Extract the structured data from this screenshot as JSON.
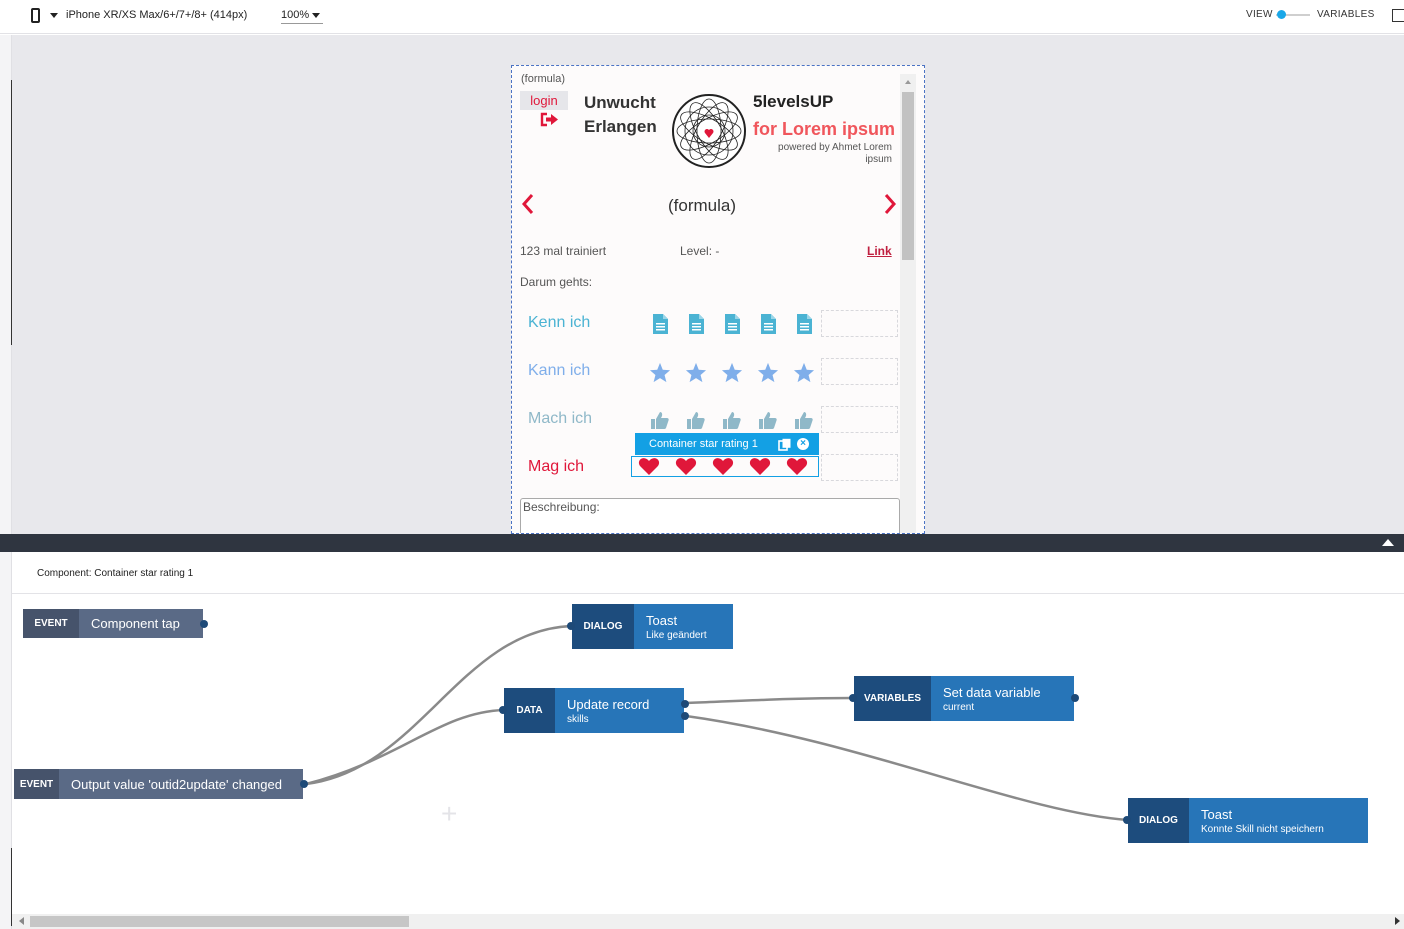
{
  "toolbar": {
    "device": "iPhone XR/XS Max/6+/7+/8+ (414px)",
    "zoom": "100%",
    "view_label": "VIEW",
    "variables_label": "VARIABLES"
  },
  "phone": {
    "formula_small": "(formula)",
    "login": "login",
    "club_line1": "Unwucht",
    "club_line2": "Erlangen",
    "brand": "5levelsUP",
    "brand_sub": "for Lorem ipsum",
    "powered": "powered by Ahmet Lorem ipsum",
    "formula_big": "(formula)",
    "trained": "123 mal trainiert",
    "level": "Level: -",
    "link": "Link",
    "darum": "Darum gehts:",
    "ratings": [
      {
        "label": "Kenn ich",
        "icon": "document-icon",
        "color": "#4bb3d3"
      },
      {
        "label": "Kann ich",
        "icon": "star-icon",
        "color": "#7faeea"
      },
      {
        "label": "Mach ich",
        "icon": "thumbs-up-icon",
        "color": "#8fb8c8"
      },
      {
        "label": "Mag ich",
        "icon": "heart-icon",
        "color": "#e0173a"
      }
    ],
    "selection_tag": "Container star rating 1",
    "description_label": "Beschreibung:"
  },
  "logic": {
    "title": "Component: Container star rating 1",
    "nodes": [
      {
        "type": "EVENT",
        "title": "Component tap",
        "sub": ""
      },
      {
        "type": "EVENT",
        "title": "Output value 'outid2update' changed",
        "sub": ""
      },
      {
        "type": "DIALOG",
        "title": "Toast",
        "sub": "Like geändert"
      },
      {
        "type": "DATA",
        "title": "Update record",
        "sub": "skills"
      },
      {
        "type": "VARIABLES",
        "title": "Set data variable",
        "sub": "current"
      },
      {
        "type": "DIALOG",
        "title": "Toast",
        "sub": "Konnte Skill nicht speichern"
      }
    ]
  },
  "colors": {
    "accent": "#13a0e4",
    "brand_red": "#e0173a",
    "event_node": "#5a6a86",
    "action_node": "#2775b8"
  }
}
